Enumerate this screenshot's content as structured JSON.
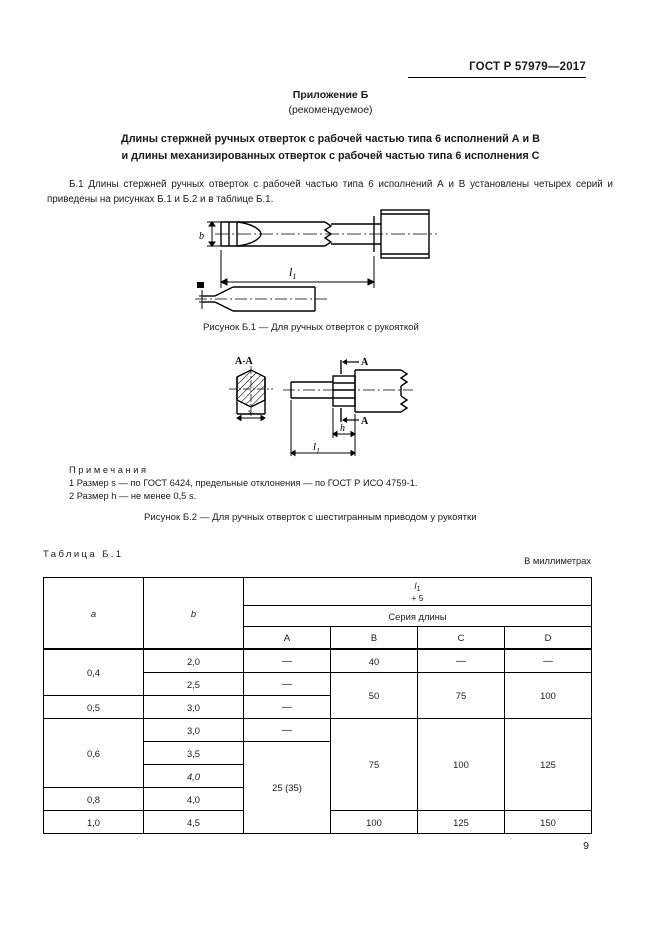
{
  "header": {
    "standard": "ГОСТ Р 57979—2017"
  },
  "appendix": {
    "line1": "Приложение Б",
    "line2": "(рекомендуемое)"
  },
  "title": {
    "line1": "Длины стержней ручных отверток с рабочей частью типа 6 исполнений А и В",
    "line2": "и длины механизированных отверток с рабочей частью типа 6 исполнения С"
  },
  "paragraph": {
    "text": "Б.1 Длины стержней ручных отверток с рабочей частью типа 6 исполнений А и В установлены четырех серий и приведены на рисунках Б.1 и Б.2 и в таблице Б.1."
  },
  "figures": {
    "fig1": {
      "caption": "Рисунок Б.1 — Для ручных отверток с рукояткой",
      "labels": {
        "b": "b",
        "l1": "l",
        "l1_sub": "1"
      }
    },
    "fig2": {
      "caption": "Рисунок Б.2 — Для ручных отверток с шестигранным приводом у рукоятки",
      "labels": {
        "section": "А-А",
        "arrow": "А",
        "s": "s",
        "h": "h",
        "l1": "l",
        "l1_sub": "1"
      }
    }
  },
  "notes": {
    "title": "Примечания",
    "items": [
      "1 Размер s — по ГОСТ 6424, предельные отклонения — по ГОСТ Р ИСО 4759-1.",
      "2 Размер h — не менее 0,5 s."
    ]
  },
  "table": {
    "label": "Таблица Б.1",
    "units": "В миллиметрах",
    "headers": {
      "a": "a",
      "b": "b",
      "l1": "l",
      "l1_sub": "1",
      "l1_tol": "+ 5",
      "series": "Серия длины",
      "cols": [
        "A",
        "B",
        "C",
        "D"
      ]
    },
    "rows": [
      {
        "a": "0,4",
        "b": "2,0"
      },
      {
        "a": "",
        "b": "2,5"
      },
      {
        "a": "0,5",
        "b": "3,0"
      },
      {
        "a": "",
        "b": "3,0"
      },
      {
        "a": "0,6",
        "b": "3,5"
      },
      {
        "a": "",
        "b": "4,0"
      },
      {
        "a": "0,8",
        "b": "4,0"
      },
      {
        "a": "1,0",
        "b": "4,5"
      }
    ],
    "cells": {
      "A": {
        "dash1": "—",
        "dash2": "—",
        "dash3": "—",
        "dash4": "—",
        "val": "25 (35)"
      },
      "B": {
        "r1": "40",
        "r2_3": "50",
        "r4_7": "75",
        "r8": "100"
      },
      "C": {
        "r1": "—",
        "r2_3": "75",
        "r4_7": "100",
        "r8": "125"
      },
      "D": {
        "r1": "—",
        "r2_3": "100",
        "r4_7": "125",
        "r8": "150"
      }
    }
  },
  "footer": {
    "page_number": "9"
  }
}
